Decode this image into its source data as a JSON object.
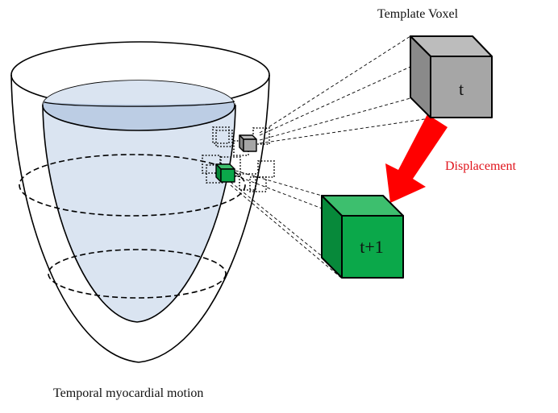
{
  "labels": {
    "template_voxel": "Template Voxel",
    "displacement": "Displacement",
    "caption": "Temporal myocardial motion",
    "cube_t": "t",
    "cube_t1": "t+1"
  },
  "colors": {
    "gray_front": "#a6a6a6",
    "gray_top": "#bcbcbc",
    "gray_side": "#8a8a8a",
    "green_front": "#0ba84a",
    "green_top": "#3dbf6e",
    "green_side": "#07893a",
    "arrow": "#ff0000",
    "displacement_text": "#e0141c",
    "cavity_fill": "#dae4f1",
    "cavity_top": "#bccde4"
  },
  "elements": {
    "outer_wall": "epicardium",
    "inner_wall": "endocardium / LV cavity",
    "slice_rings": 2,
    "neighborhood_boxes": "dotted voxel neighborhood"
  }
}
